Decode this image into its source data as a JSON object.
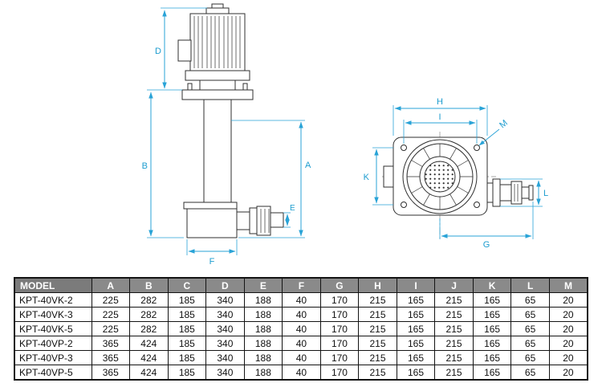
{
  "drawing": {
    "colors": {
      "dimension": "#29a3d7",
      "outline": "#2f2f2f"
    },
    "side_view": {
      "description": "vertical-coolant-pump-side-elevation",
      "labels": {
        "D": "D",
        "B": "B",
        "A": "A",
        "E": "E",
        "F": "F"
      }
    },
    "top_view": {
      "description": "pump-motor-fan-top-view-with-flange",
      "labels": {
        "H": "H",
        "I": "I",
        "M": "M",
        "K": "K",
        "G": "G",
        "L": "L"
      }
    }
  },
  "table": {
    "headers": [
      "MODEL",
      "A",
      "B",
      "C",
      "D",
      "E",
      "F",
      "G",
      "H",
      "I",
      "J",
      "K",
      "L",
      "M"
    ],
    "rows": [
      [
        "KPT-40VK-2",
        "225",
        "282",
        "185",
        "340",
        "188",
        "40",
        "170",
        "215",
        "165",
        "215",
        "165",
        "65",
        "20"
      ],
      [
        "KPT-40VK-3",
        "225",
        "282",
        "185",
        "340",
        "188",
        "40",
        "170",
        "215",
        "165",
        "215",
        "165",
        "65",
        "20"
      ],
      [
        "KPT-40VK-5",
        "225",
        "282",
        "185",
        "340",
        "188",
        "40",
        "170",
        "215",
        "165",
        "215",
        "165",
        "65",
        "20"
      ],
      [
        "KPT-40VP-2",
        "365",
        "424",
        "185",
        "340",
        "188",
        "40",
        "170",
        "215",
        "165",
        "215",
        "165",
        "65",
        "20"
      ],
      [
        "KPT-40VP-3",
        "365",
        "424",
        "185",
        "340",
        "188",
        "40",
        "170",
        "215",
        "165",
        "215",
        "165",
        "65",
        "20"
      ],
      [
        "KPT-40VP-5",
        "365",
        "424",
        "185",
        "340",
        "188",
        "40",
        "170",
        "215",
        "165",
        "215",
        "165",
        "65",
        "20"
      ]
    ]
  }
}
